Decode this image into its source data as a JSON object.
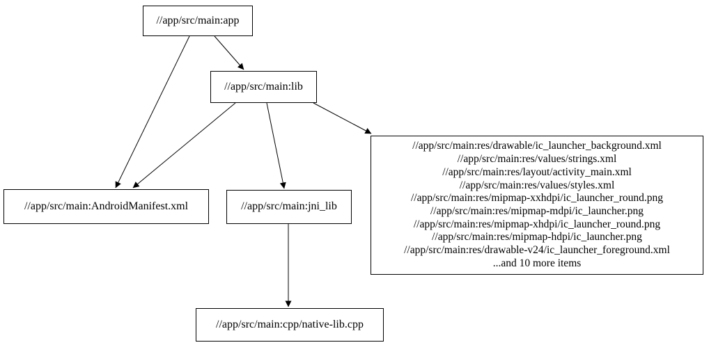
{
  "graph": {
    "background_color": "#ffffff",
    "node_border_color": "#000000",
    "edge_color": "#000000",
    "text_color": "#000000",
    "nodes": {
      "app": {
        "label": "//app/src/main:app"
      },
      "lib": {
        "label": "//app/src/main:lib"
      },
      "android_manifest": {
        "label": "//app/src/main:AndroidManifest.xml"
      },
      "jni_lib": {
        "label": "//app/src/main:jni_lib"
      },
      "res_group": {
        "lines": [
          "//app/src/main:res/drawable/ic_launcher_background.xml",
          "//app/src/main:res/values/strings.xml",
          "//app/src/main:res/layout/activity_main.xml",
          "//app/src/main:res/values/styles.xml",
          "//app/src/main:res/mipmap-xxhdpi/ic_launcher_round.png",
          "//app/src/main:res/mipmap-mdpi/ic_launcher.png",
          "//app/src/main:res/mipmap-xhdpi/ic_launcher_round.png",
          "//app/src/main:res/mipmap-hdpi/ic_launcher.png",
          "//app/src/main:res/drawable-v24/ic_launcher_foreground.xml",
          "...and 10 more items"
        ]
      },
      "native_lib_cpp": {
        "label": "//app/src/main:cpp/native-lib.cpp"
      }
    },
    "edges": [
      {
        "from": "app",
        "to": "lib"
      },
      {
        "from": "app",
        "to": "android_manifest"
      },
      {
        "from": "lib",
        "to": "android_manifest"
      },
      {
        "from": "lib",
        "to": "jni_lib"
      },
      {
        "from": "lib",
        "to": "res_group"
      },
      {
        "from": "jni_lib",
        "to": "native_lib_cpp"
      }
    ]
  }
}
